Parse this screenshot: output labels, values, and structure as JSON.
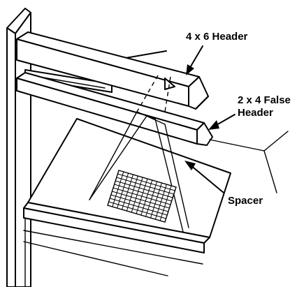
{
  "callouts": {
    "header": "4 x 6 Header",
    "false_header_line1": "2 x 4 False",
    "false_header_line2": "Header",
    "spacer": "Spacer"
  }
}
